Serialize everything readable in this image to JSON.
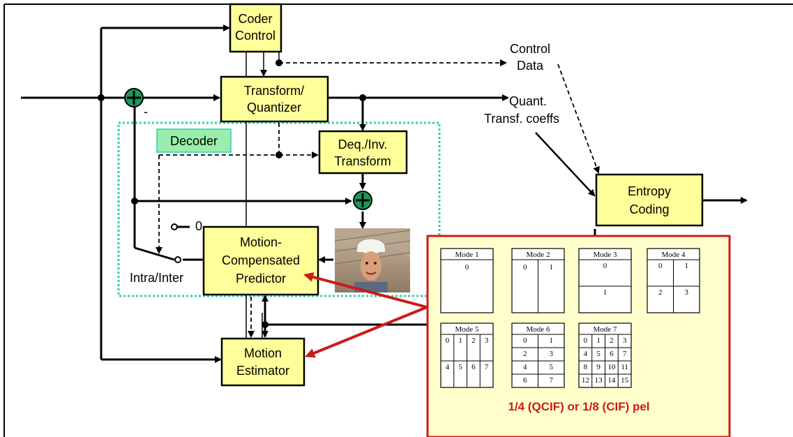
{
  "blocks": {
    "coder_control": [
      "Coder",
      "Control"
    ],
    "transform_quantizer": [
      "Transform/",
      "Quantizer"
    ],
    "deq_inv_transform": [
      "Deq./Inv.",
      "Transform"
    ],
    "entropy_coding": [
      "Entropy",
      "Coding"
    ],
    "motion_compensated_predictor": [
      "Motion-",
      "Compensated",
      "Predictor"
    ],
    "motion_estimator": [
      "Motion",
      "Estimator"
    ],
    "decoder_label": "Decoder"
  },
  "annotations": {
    "control_data": [
      "Control",
      "Data"
    ],
    "quant_transf_coeffs": [
      "Quant.",
      "Transf. coeffs"
    ],
    "intra_inter": "Intra/Inter",
    "zero": "0",
    "minus": "-"
  },
  "modes_panel": {
    "modes": [
      {
        "title": "Mode 1",
        "cells": [
          "0"
        ]
      },
      {
        "title": "Mode 2",
        "cells": [
          "0",
          "1"
        ]
      },
      {
        "title": "Mode 3",
        "cells": [
          "0",
          "1"
        ]
      },
      {
        "title": "Mode 4",
        "cells": [
          "0",
          "1",
          "2",
          "3"
        ]
      },
      {
        "title": "Mode 5",
        "cells": [
          "0",
          "1",
          "2",
          "3",
          "4",
          "5",
          "6",
          "7"
        ]
      },
      {
        "title": "Mode 6",
        "cells": [
          "0",
          "1",
          "2",
          "3",
          "4",
          "5",
          "6",
          "7"
        ]
      },
      {
        "title": "Mode 7",
        "cells": [
          "0",
          "1",
          "2",
          "3",
          "4",
          "5",
          "6",
          "7",
          "8",
          "9",
          "10",
          "11",
          "12",
          "13",
          "14",
          "15"
        ]
      }
    ],
    "footer": "1/4 (QCIF) or 1/8 (CIF) pel"
  },
  "colors": {
    "block_fill": "#ffff99",
    "decoder_border": "#33ccb0",
    "decoder_label_fill": "#99eeaa",
    "panel_fill": "#ffffcc",
    "panel_border": "#cc1a1a",
    "arrow_red": "#cc1a1a",
    "adder_fill": "#1a9a5a",
    "footer_text": "#cc1a1a"
  },
  "icons": {
    "adder": "adder-plus-icon",
    "photo": "worker-photo-thumbnail"
  }
}
